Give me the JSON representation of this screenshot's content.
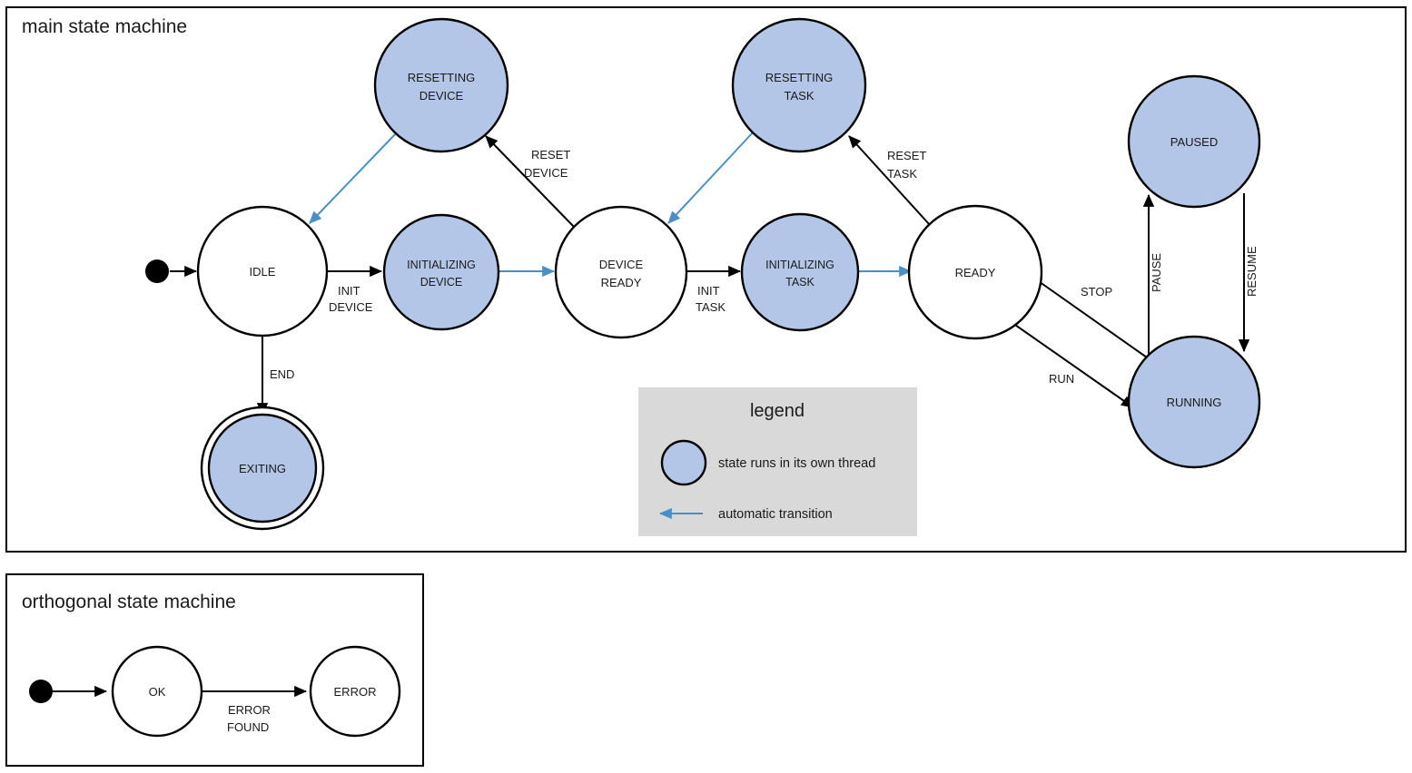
{
  "colors": {
    "thread_state_fill": "#b3c6e7",
    "plain_state_fill": "#ffffff",
    "stroke": "#000000",
    "auto_transition": "#4a90c8",
    "legend_bg": "#d9d9d9",
    "page_bg": "#ffffff"
  },
  "main_frame": {
    "title": "main state machine"
  },
  "orthogonal_frame": {
    "title": "orthogonal state machine"
  },
  "states": {
    "idle": "IDLE",
    "resetting_device_l1": "RESETTING",
    "resetting_device_l2": "DEVICE",
    "initializing_device_l1": "INITIALIZING",
    "initializing_device_l2": "DEVICE",
    "device_ready_l1": "DEVICE",
    "device_ready_l2": "READY",
    "resetting_task_l1": "RESETTING",
    "resetting_task_l2": "TASK",
    "initializing_task_l1": "INITIALIZING",
    "initializing_task_l2": "TASK",
    "ready": "READY",
    "paused": "PAUSED",
    "running": "RUNNING",
    "exiting": "EXITING",
    "ok": "OK",
    "error": "ERROR"
  },
  "transitions": {
    "init_device_l1": "INIT",
    "init_device_l2": "DEVICE",
    "reset_device_l1": "RESET",
    "reset_device_l2": "DEVICE",
    "init_task_l1": "INIT",
    "init_task_l2": "TASK",
    "reset_task_l1": "RESET",
    "reset_task_l2": "TASK",
    "end": "END",
    "stop": "STOP",
    "run": "RUN",
    "pause": "PAUSE",
    "resume": "RESUME",
    "error_found_l1": "ERROR",
    "error_found_l2": "FOUND"
  },
  "legend": {
    "title": "legend",
    "thread_note": "state runs in its own thread",
    "auto_note": "automatic transition"
  }
}
